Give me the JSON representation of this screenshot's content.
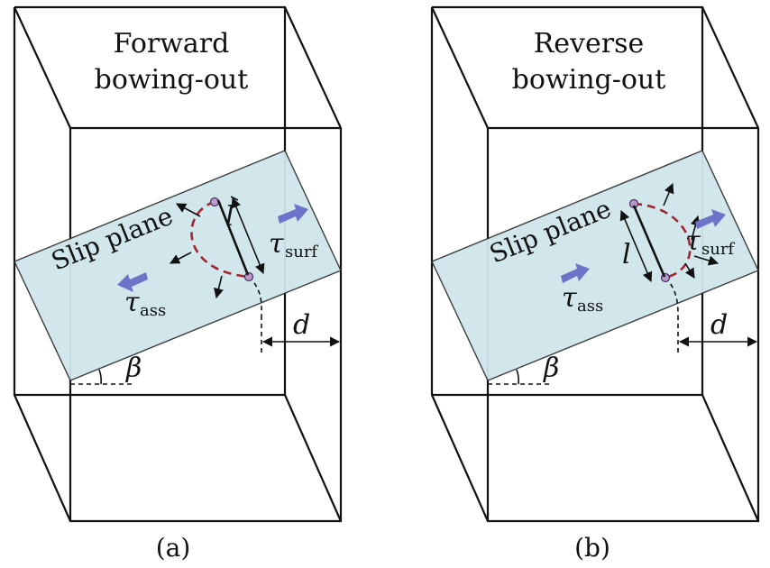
{
  "panels": {
    "a": {
      "title_line1": "Forward",
      "title_line2": "bowing-out",
      "slip_plane_label": "Slip plane",
      "tau_surf": "τ",
      "tau_surf_sub": "surf",
      "tau_ass": "τ",
      "tau_ass_sub": "ass",
      "length_label": "l",
      "distance_label": "d",
      "angle_label": "β",
      "caption": "(a)"
    },
    "b": {
      "title_line1": "Reverse",
      "title_line2": "bowing-out",
      "slip_plane_label": "Slip plane",
      "tau_surf": "τ",
      "tau_surf_sub": "surf",
      "tau_ass": "τ",
      "tau_ass_sub": "ass",
      "length_label": "l",
      "distance_label": "d",
      "angle_label": "β",
      "caption": "(b)"
    }
  },
  "colors": {
    "slip_plane": "#cfe6ea",
    "dislocation": "#a3252f",
    "force_arrow": "#6b74c9",
    "node": "#b89ac7"
  }
}
